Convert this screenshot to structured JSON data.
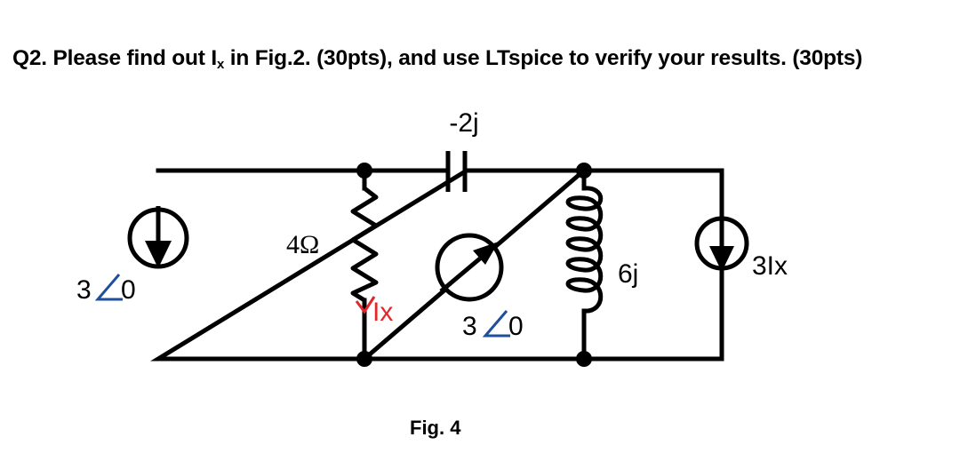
{
  "question": {
    "prefix": "Q2. Please find out I",
    "subscript": "x",
    "suffix": " in Fig.2. (30pts), and use LTspice to verify your results. (30pts)"
  },
  "figure": {
    "caption": "Fig. 4",
    "labels": {
      "left_source_mag": "3",
      "left_source_angle": "0",
      "resistor": "4Ω",
      "capacitor": "-2j",
      "middle_source_mag": "3",
      "middle_source_angle": "0",
      "current_ix": "Ix",
      "inductor": "6j",
      "dependent_source": "3Ix"
    },
    "colors": {
      "wire": "#000000",
      "angle_symbol": "#1f4e9c",
      "ix_marker": "#e0272b"
    }
  }
}
